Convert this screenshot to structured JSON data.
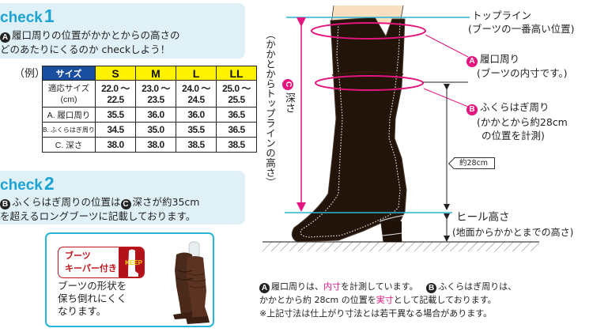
{
  "check1": {
    "title": "check",
    "number": "1",
    "badge": "A",
    "line1": "履口周りの位置がかかとからの高さの",
    "line2": "どのあたりにくるのか checkしよう！"
  },
  "size_table": {
    "example_label": "（例）",
    "header_label": "サイズ",
    "sizes": [
      "S",
      "M",
      "L",
      "LL"
    ],
    "rows": [
      {
        "label_line1": "適応サイズ",
        "label_line2": "(cm)",
        "values": [
          [
            "22.0 ～",
            "22.5"
          ],
          [
            "23.0 ～",
            "23.5"
          ],
          [
            "24.0 ～",
            "24.5"
          ],
          [
            "25.0 ～",
            "25.5"
          ]
        ]
      },
      {
        "label": "A. 履口周り",
        "values": [
          "35.5",
          "36.0",
          "36.0",
          "36.5"
        ]
      },
      {
        "label": "B. ふくらはぎ周り",
        "values": [
          "34.5",
          "35.0",
          "35.5",
          "36.5"
        ]
      },
      {
        "label": "C. 深さ",
        "values": [
          "38.0",
          "38.0",
          "38.5",
          "38.5"
        ]
      }
    ]
  },
  "check2": {
    "title": "check",
    "number": "2",
    "badge_b": "B",
    "badge_c": "C",
    "line1_a": "ふくらはぎ周りの位置は",
    "line1_b": "深さが約35cm",
    "line2": "を超えるロングブーツに記載しております。"
  },
  "keeper": {
    "badge_line1": "ブーツ",
    "badge_line2": "キーパー付き",
    "keep_label": "KEEP",
    "desc_line1": "ブーツの形状を",
    "desc_line2": "保ち倒れにくく",
    "desc_line3": "なります。"
  },
  "diagram": {
    "topline_label": "トップライン",
    "topline_sub": "(ブーツの一番高い位置)",
    "a_badge": "A",
    "a_label": "履口周り",
    "a_sub": "(ブーツの内寸です。)",
    "b_badge": "B",
    "b_label": "ふくらはぎ周り",
    "b_sub1": "(かかとから約28cm",
    "b_sub2": "の位置を計測)",
    "approx_tag": "約28cm",
    "c_badge": "C",
    "c_label": "深さ",
    "depth_vertical": "（かかとからトップラインの高さ）",
    "heel_label": "ヒール高さ",
    "heel_sub": "(地面からかかとまでの高さ)",
    "colors": {
      "pink": "#e4157e",
      "cyan": "#29b4d2",
      "boot": "#231409",
      "skin": "#f8dfc0"
    }
  },
  "footnote": {
    "badge_a": "A",
    "line1_a": "履口周りは、",
    "line1_pink": "内寸",
    "line1_b": "を計測しています。",
    "badge_b": "B",
    "line1_c": "ふくらはぎ周りは、",
    "line2_a": "かかとから約 28cm の位置を",
    "line2_pink": "実寸",
    "line2_b": "として記載しております。",
    "line3": "※上記寸法は仕上がり寸法とは若干異なる場合があります。"
  }
}
